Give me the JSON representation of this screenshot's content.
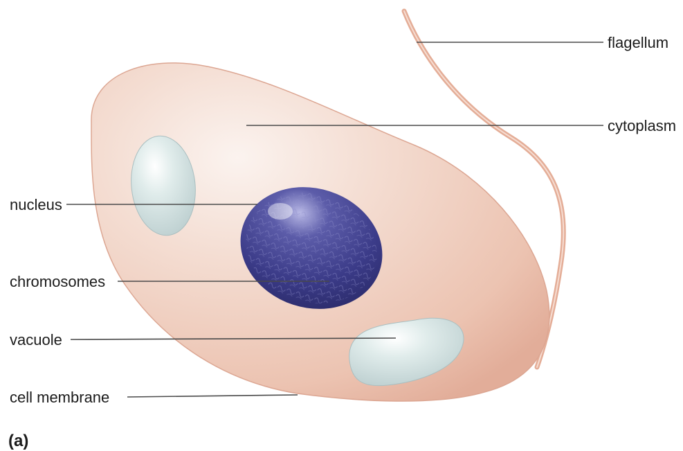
{
  "labels": {
    "flagellum": "flagellum",
    "cytoplasm": "cytoplasm",
    "nucleus": "nucleus",
    "chromosomes": "chromosomes",
    "vacuole": "vacuole",
    "cell_membrane": "cell membrane"
  },
  "panel_label": "(a)",
  "colors": {
    "cell_body": "#f2d2c3",
    "cell_edge": "#e2ae9a",
    "nucleus": "#3f3f8e",
    "vacuole": "#cfdfe0",
    "flagellum": "#e4ad97",
    "leader_line": "#4a4a4a"
  }
}
